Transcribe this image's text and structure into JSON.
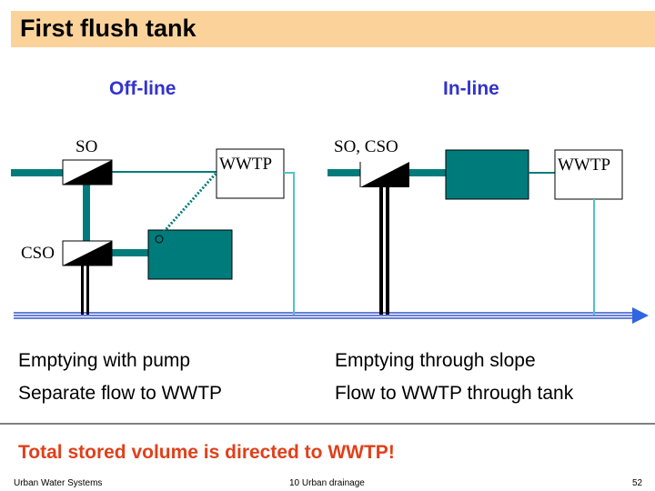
{
  "title": "First flush tank",
  "offline": {
    "heading": "Off-line",
    "so": "SO",
    "cso": "CSO",
    "wwtp": "WWTP",
    "text1": "Emptying with pump",
    "text2": "Separate flow to WWTP"
  },
  "inline": {
    "heading": "In-line",
    "so_cso": "SO, CSO",
    "wwtp": "WWTP",
    "text1": "Emptying through slope",
    "text2": "Flow to WWTP through tank"
  },
  "conclusion": "Total stored volume is directed to WWTP!",
  "footer": {
    "left": "Urban Water Systems",
    "center": "10  Urban drainage",
    "page": "52"
  },
  "colors": {
    "header": "#fbd39a",
    "teal": "#007b7b",
    "cyan": "#4fc4c8",
    "river": "#3355cc",
    "heading": "#3333cc",
    "conclusion": "#e0401a"
  }
}
